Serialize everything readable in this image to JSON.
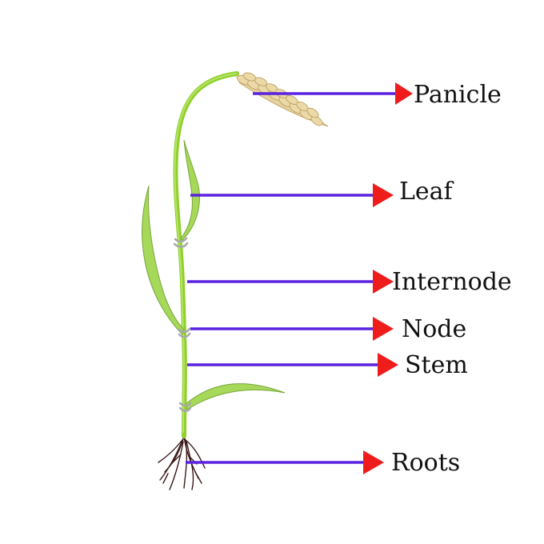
{
  "labels": {
    "panicle": "Panicle",
    "leaf": "Leaf",
    "internode": "Internode",
    "node": "Node",
    "stem": "Stem",
    "roots": "Roots"
  },
  "colors": {
    "line": "#5a22e0",
    "arrow": "#ef1c1c",
    "stem": "#8fd02a",
    "leaf": "#a6d85a",
    "leaf_edge": "#7aa63a",
    "node": "#a8a8a8",
    "panicle": "#e6d3a0",
    "roots": "#3a1a1a"
  }
}
